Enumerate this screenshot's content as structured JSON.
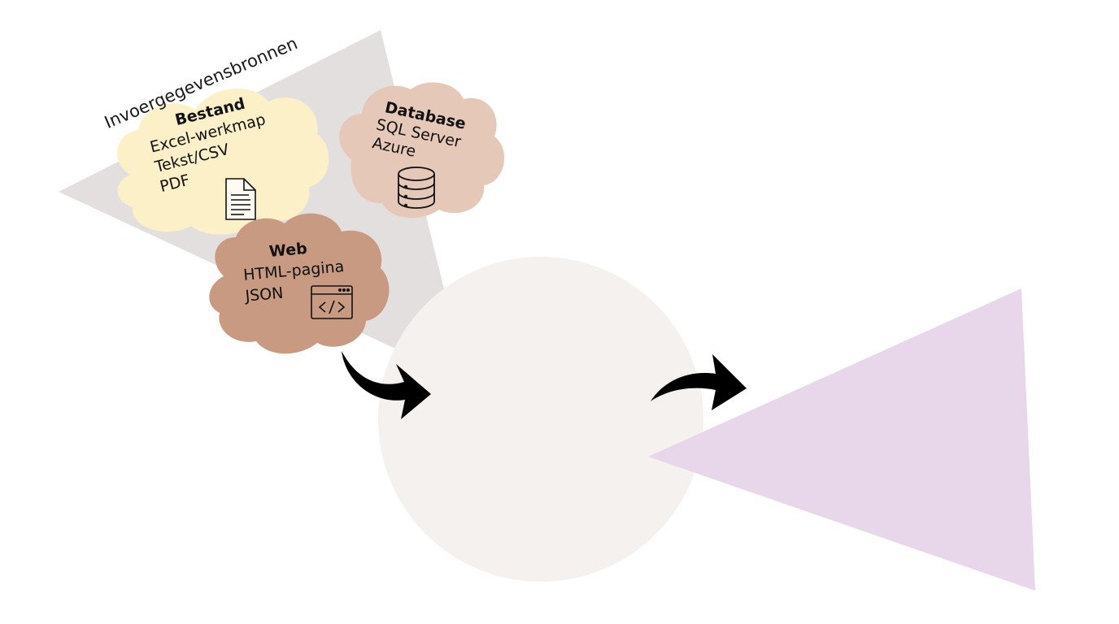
{
  "diagram": {
    "title": "Invoergegevensbronnen",
    "sources": [
      {
        "heading": "Bestand",
        "items": [
          "Excel-werkmap",
          "Tekst/CSV",
          "PDF"
        ],
        "icon": "document-icon",
        "color": "#fbf0c8"
      },
      {
        "heading": "Database",
        "items": [
          "SQL Server",
          "Azure"
        ],
        "icon": "database-icon",
        "color": "#e6c8b8"
      },
      {
        "heading": "Web",
        "items": [
          "HTML-pagina",
          "JSON"
        ],
        "icon": "code-window-icon",
        "color": "#c89a82"
      }
    ],
    "colors": {
      "input_triangle": "#e3dfdf",
      "process_circle": "#f4f1ef",
      "output_triangle": "#e8d6ea",
      "arrow": "#000000"
    }
  }
}
